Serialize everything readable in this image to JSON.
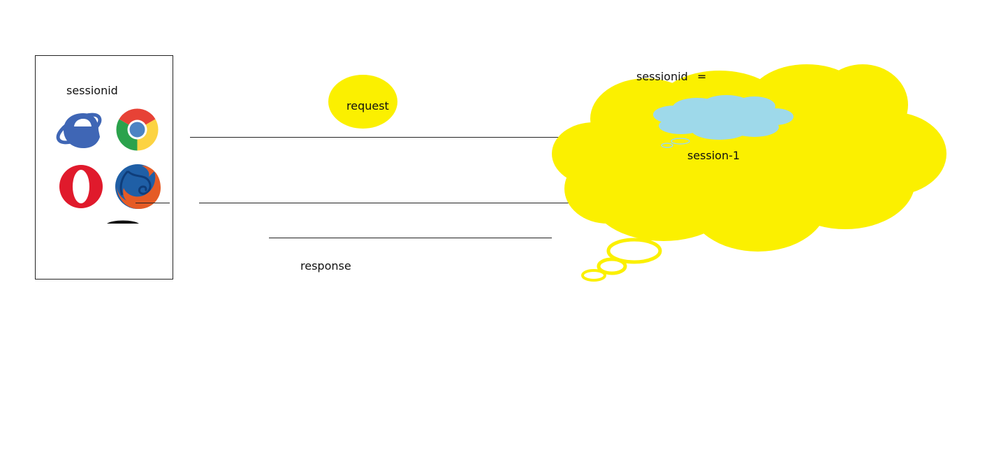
{
  "client": {
    "label": "sessionid",
    "browsers": [
      "internet-explorer-icon",
      "chrome-icon",
      "opera-icon",
      "firefox-icon"
    ]
  },
  "request": {
    "label": "request"
  },
  "response": {
    "label": "response"
  },
  "server": {
    "label": "sessionid",
    "equals": "=",
    "session_label": "session-1"
  },
  "colors": {
    "yellow": "#fbf000",
    "light_blue": "#9ed9ea",
    "ie_blue": "#3f66b5",
    "opera_red": "#e01a2c",
    "firefox_orange": "#e55b25",
    "firefox_blue": "#1f5fa6"
  }
}
